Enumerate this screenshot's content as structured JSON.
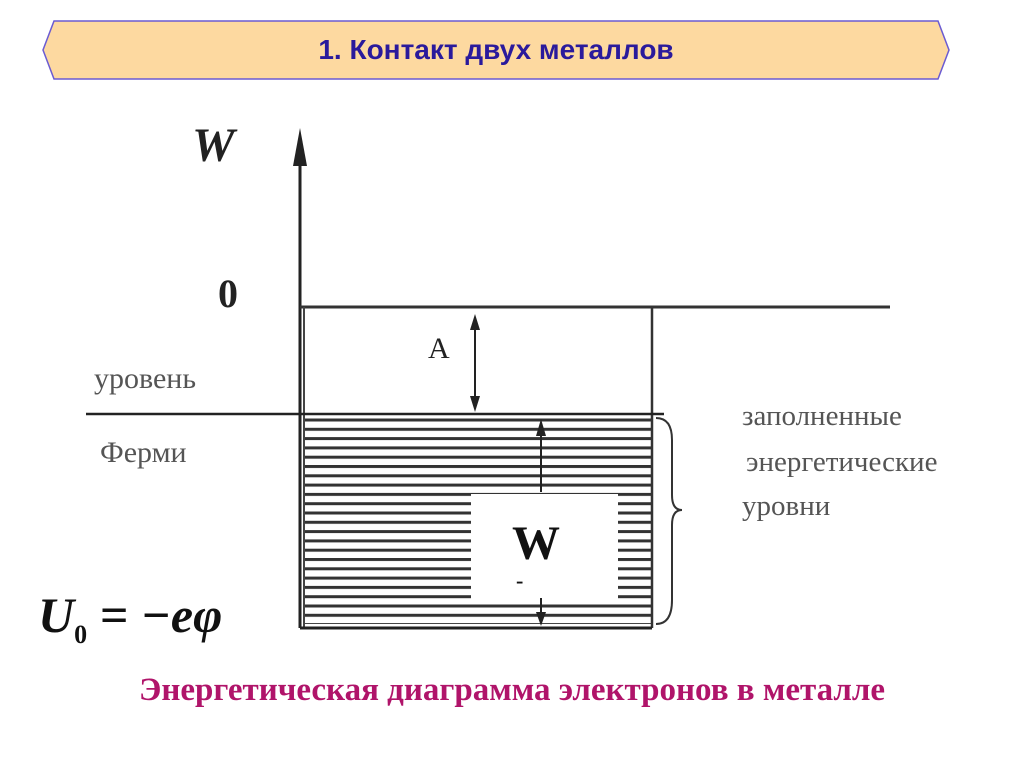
{
  "header": {
    "title": "1. Контакт двух металлов"
  },
  "diagram": {
    "axis_label": "W",
    "zero_label": "0",
    "work_function_label": "A",
    "fermi_label_line1": "уровень",
    "fermi_label_line2": "Ферми",
    "filled_levels_line1": "заполненные",
    "filled_levels_line2": "энергетические",
    "filled_levels_line3": "уровни",
    "fermi_energy_label": "W",
    "fermi_energy_subscript": "-",
    "potential_U": "U",
    "potential_sub": "0",
    "potential_rest": "= −eφ"
  },
  "caption": "Энергетическая диаграмма электронов в металле",
  "colors": {
    "banner_fill": "#fdd9a0",
    "banner_stroke": "#6b5bd2",
    "title": "#2a1a9c",
    "caption": "#b0146a",
    "lines": "#222222"
  }
}
